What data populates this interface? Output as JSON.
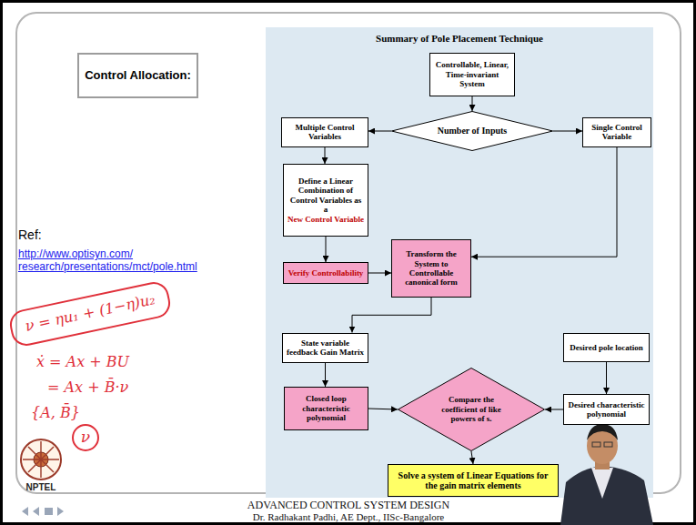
{
  "diagram": {
    "title": "Summary of Pole Placement Technique",
    "nodes": [
      {
        "text": [
          "Control Allocation:"
        ]
      },
      {
        "text": [
          "Controllable, Linear, Time-invariant System"
        ]
      },
      {
        "text": [
          "Number of Inputs"
        ]
      },
      {
        "text": [
          "Multiple Control Variables"
        ]
      },
      {
        "text": [
          "Single Control Variable"
        ]
      },
      {
        "text": [
          "Define a Linear Combination of Control Variables as a",
          "New Control Variable"
        ]
      },
      {
        "text": [
          "Verify Controllability"
        ]
      },
      {
        "text": [
          "Transform the System to Controllable canonical form"
        ]
      },
      {
        "text": [
          "State variable feedback Gain Matrix"
        ]
      },
      {
        "text": [
          "Desired pole location"
        ]
      },
      {
        "text": [
          "Closed loop characteristic polynomial"
        ]
      },
      {
        "text": [
          "Compare the coefficient of like powers of s."
        ]
      },
      {
        "text": [
          "Desired characteristic polynomial"
        ]
      },
      {
        "text": [
          "Solve a system of Linear Equations for the gain matrix elements"
        ]
      }
    ],
    "edges": [
      {
        "from": 1,
        "to": 2,
        "arrow": "to"
      },
      {
        "from": 2,
        "to": 3,
        "arrow": "to"
      },
      {
        "from": 2,
        "to": 4,
        "arrow": "to"
      },
      {
        "from": 3,
        "to": 5,
        "arrow": "to"
      },
      {
        "from": 5,
        "to": 6,
        "arrow": "to"
      },
      {
        "from": 6,
        "to": 7,
        "arrow": "to"
      },
      {
        "from": 4,
        "to": 7,
        "arrow": "to"
      },
      {
        "from": 7,
        "to": 8,
        "arrow": "to"
      },
      {
        "from": 8,
        "to": 10,
        "arrow": "to"
      },
      {
        "from": 9,
        "to": 12,
        "arrow": "to"
      },
      {
        "from": 12,
        "to": 11,
        "arrow": "to"
      },
      {
        "from": 10,
        "to": 11,
        "arrow": "to"
      },
      {
        "from": 11,
        "to": 13,
        "arrow": "to"
      }
    ],
    "labels": [
      "Ref:",
      "http://www.optisyn.com/ research/presentations/mct/pole.html",
      "ν = ηu₁ + (1−η)u₂",
      "ẋ = Ax + BU",
      "= Ax + B̄·ν",
      "{A, B̄}",
      "ν",
      "NPTEL",
      "ADVANCED CONTROL SYSTEM DESIGN",
      "Dr. Radhakant Padhi, AE Dept., IISc-Bangalore"
    ]
  }
}
